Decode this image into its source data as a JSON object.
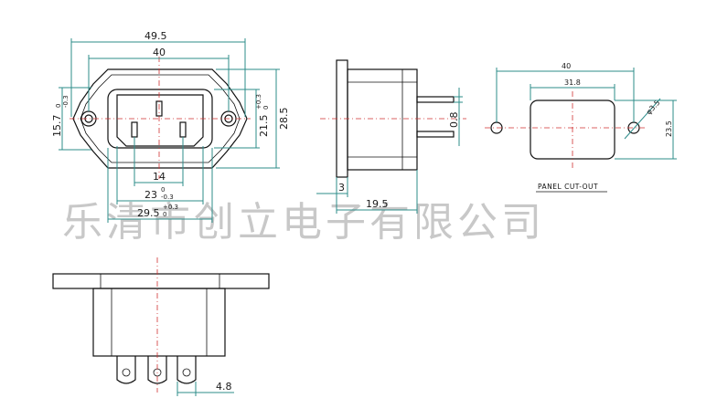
{
  "watermark": "乐清市创立电子有限公司",
  "front_view": {
    "dim_overall_width": "49.5",
    "dim_mount_spacing": "40",
    "dim_left_height": "15.7",
    "dim_left_height_tol_top": "0",
    "dim_left_height_tol_bottom": "-0.3",
    "dim_body_height": "21.5",
    "dim_body_height_tol_top": "+0.3",
    "dim_body_height_tol_bottom": "0",
    "dim_total_height": "28.5",
    "dim_pin_spacing": "14",
    "dim_inner_width": "23",
    "dim_inner_width_tol_top": "0",
    "dim_inner_width_tol_bottom": "-0.3",
    "dim_body_width": "29.5",
    "dim_body_width_tol_top": "+0.3",
    "dim_body_width_tol_bottom": "0"
  },
  "side_view": {
    "dim_flange": "3",
    "dim_depth": "19.5",
    "dim_pin_thickness": "0.8"
  },
  "cutout_view": {
    "dim_hole_spacing": "40",
    "dim_cut_width": "31.8",
    "dim_hole_diameter": "φ3.5",
    "dim_cut_height": "23.5",
    "caption": "PANEL CUT-OUT"
  },
  "bottom_view": {
    "dim_pin_pitch": "4.8"
  }
}
